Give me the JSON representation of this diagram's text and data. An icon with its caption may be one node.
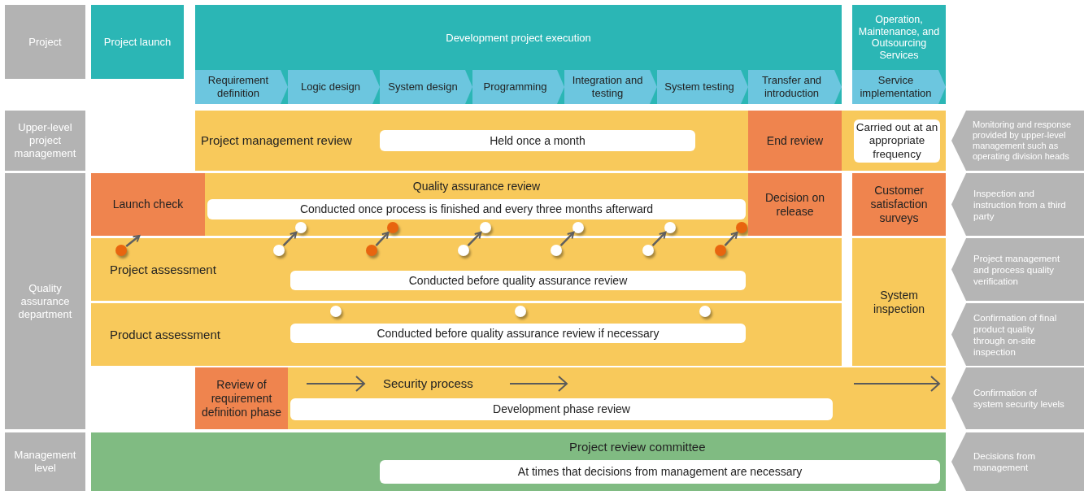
{
  "diagram": {
    "nodes": [
      {
        "text": [
          "Project"
        ]
      },
      {
        "text": [
          "Upper-level project management"
        ]
      },
      {
        "text": [
          "Quality assurance department"
        ]
      },
      {
        "text": [
          "Management level"
        ]
      },
      {
        "text": [
          "Project launch"
        ]
      },
      {
        "text": [
          "Development project execution"
        ]
      },
      {
        "text": [
          "Requirement definition"
        ],
        "in": 5
      },
      {
        "text": [
          "Logic design"
        ],
        "in": 5
      },
      {
        "text": [
          "System design"
        ],
        "in": 5
      },
      {
        "text": [
          "Programming"
        ],
        "in": 5
      },
      {
        "text": [
          "Integration and testing"
        ],
        "in": 5
      },
      {
        "text": [
          "System testing"
        ],
        "in": 5
      },
      {
        "text": [
          "Transfer and introduction"
        ],
        "in": 5
      },
      {
        "text": [
          "Operation, Maintenance, and Outsourcing Services"
        ]
      },
      {
        "text": [
          "Service implementation"
        ],
        "in": 13
      },
      {
        "text": [
          "Project management review"
        ]
      },
      {
        "text": [
          "Held once a month"
        ],
        "in": 15
      },
      {
        "text": [
          "End review"
        ]
      },
      {
        "text": [
          "Carried out at an appropriate frequency"
        ]
      },
      {
        "text": [
          "Monitoring and response provided by upper-level management such as operating division heads"
        ]
      },
      {
        "text": [
          "Launch check"
        ]
      },
      {
        "text": [
          "Quality assurance review"
        ]
      },
      {
        "text": [
          "Conducted once process is finished and every three months afterward"
        ],
        "in": 21
      },
      {
        "text": [
          "Decision on release"
        ]
      },
      {
        "text": [
          "Customer satisfaction surveys"
        ]
      },
      {
        "text": [
          "Inspection and instruction from a third party"
        ]
      },
      {
        "text": [
          "Project assessment"
        ]
      },
      {
        "text": [
          "Conducted before quality assurance review"
        ],
        "in": 26
      },
      {
        "text": [
          "System inspection"
        ]
      },
      {
        "text": [
          "Project management and process quality verification"
        ]
      },
      {
        "text": [
          "Product assessment"
        ]
      },
      {
        "text": [
          "Conducted before quality assurance review if necessary"
        ],
        "in": 30
      },
      {
        "text": [
          "Confirmation of final product quality through on-site inspection"
        ]
      },
      {
        "text": [
          "Security process"
        ]
      },
      {
        "text": [
          "Review of requirement definition phase"
        ],
        "in": 33
      },
      {
        "text": [
          "Development phase review"
        ],
        "in": 33
      },
      {
        "text": [
          "Confirmation of system security levels"
        ]
      },
      {
        "text": [
          "Project review committee"
        ]
      },
      {
        "text": [
          "At times that decisions from management are necessary"
        ],
        "in": 37
      },
      {
        "text": [
          "Decisions from management"
        ]
      },
      {
        "text": [],
        "shape": "circle",
        "in": 26
      },
      {
        "text": [],
        "shape": "circle",
        "in": 26
      },
      {
        "text": [],
        "shape": "circle",
        "in": 21
      },
      {
        "text": [],
        "shape": "circle",
        "in": 26
      },
      {
        "text": [],
        "shape": "circle",
        "in": 21
      },
      {
        "text": [],
        "shape": "circle",
        "in": 26
      },
      {
        "text": [],
        "shape": "circle",
        "in": 21
      },
      {
        "text": [],
        "shape": "circle",
        "in": 26
      },
      {
        "text": [],
        "shape": "circle",
        "in": 21
      },
      {
        "text": [],
        "shape": "circle",
        "in": 26
      },
      {
        "text": [],
        "shape": "circle",
        "in": 21
      },
      {
        "text": [],
        "shape": "circle",
        "in": 26
      },
      {
        "text": [],
        "shape": "circle",
        "in": 21
      },
      {
        "text": [],
        "shape": "circle",
        "in": 30
      },
      {
        "text": [],
        "shape": "circle",
        "in": 30
      },
      {
        "text": [],
        "shape": "circle",
        "in": 30
      }
    ],
    "edges": [
      {
        "from": 40,
        "to": 20,
        "arrow": "to"
      },
      {
        "from": 41,
        "to": 42,
        "arrow": "to"
      },
      {
        "from": 43,
        "to": 44,
        "arrow": "to"
      },
      {
        "from": 45,
        "to": 46,
        "arrow": "to"
      },
      {
        "from": 47,
        "to": 48,
        "arrow": "to"
      },
      {
        "from": 49,
        "to": 50,
        "arrow": "to"
      },
      {
        "from": 51,
        "to": 52,
        "arrow": "to"
      }
    ]
  }
}
